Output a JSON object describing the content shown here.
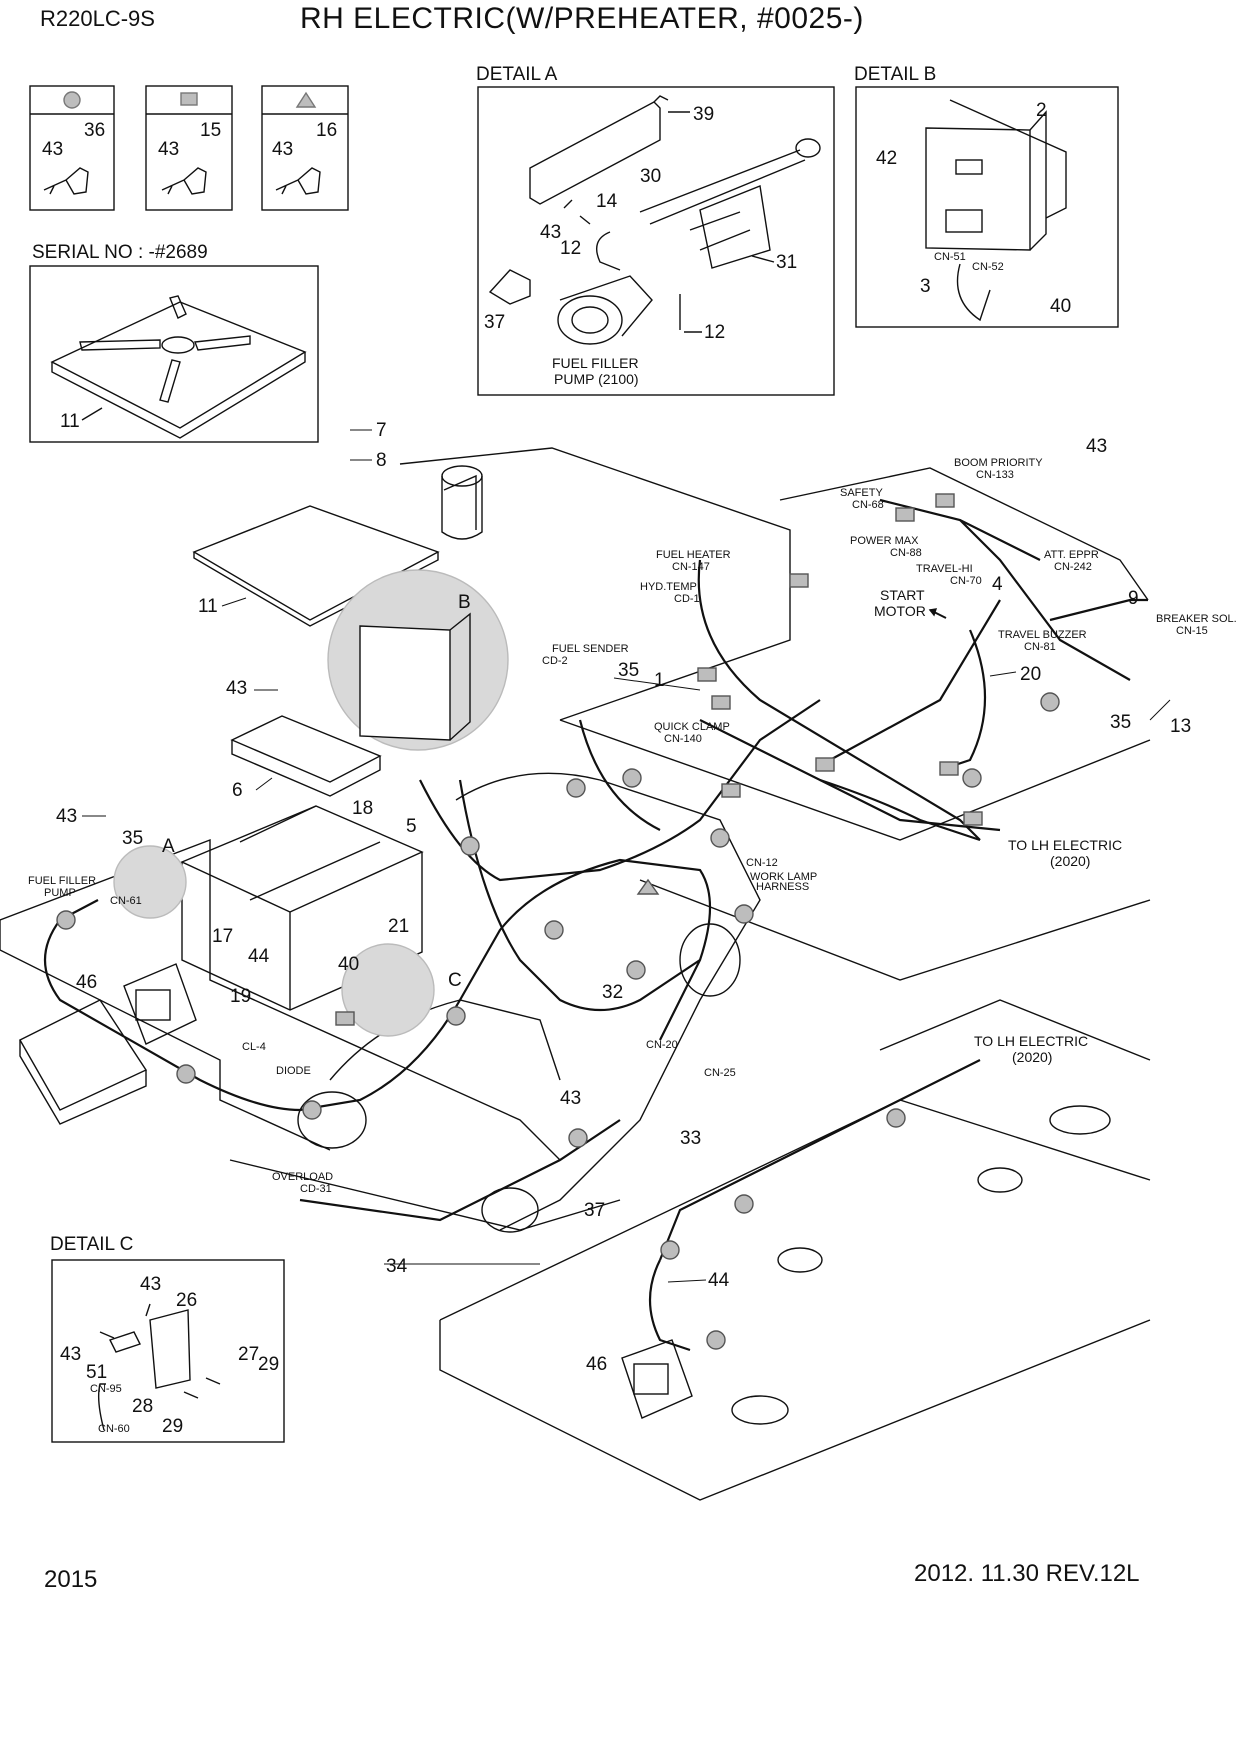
{
  "header": {
    "model": "R220LC-9S",
    "title": "RH ELECTRIC(W/PREHEATER, #0025-)"
  },
  "footer": {
    "page": "2015",
    "revision": "2012. 11.30  REV.12L"
  },
  "legend": [
    {
      "shape": "circle",
      "numbers": [
        "43",
        "36"
      ]
    },
    {
      "shape": "square",
      "numbers": [
        "43",
        "15"
      ]
    },
    {
      "shape": "triangle",
      "numbers": [
        "43",
        "16"
      ]
    }
  ],
  "detail_titles": {
    "a": "DETAIL  A",
    "b": "DETAIL B",
    "c": "DETAIL  C",
    "serial": "SERIAL NO : -#2689",
    "b_marker": "B",
    "a_marker": "A",
    "c_marker": "C"
  },
  "detail_a": {
    "callouts": [
      "39",
      "30",
      "14",
      "43",
      "12",
      "31",
      "37",
      "12"
    ],
    "caption_lines": [
      "FUEL FILLER",
      "PUMP (2100)"
    ]
  },
  "detail_b": {
    "callouts": [
      "2",
      "42",
      "3",
      "40"
    ],
    "connectors": [
      "CN-51",
      "CN-52"
    ]
  },
  "detail_c": {
    "callouts": [
      "43",
      "26",
      "43",
      "51",
      "27",
      "29",
      "28",
      "29"
    ],
    "connectors": [
      "CN-95",
      "CN-60"
    ]
  },
  "serial_part": "11",
  "main_callouts": [
    "7",
    "8",
    "11",
    "43",
    "6",
    "43",
    "35",
    "18",
    "5",
    "17",
    "44",
    "19",
    "46",
    "21",
    "40",
    "32",
    "43",
    "33",
    "37",
    "34",
    "44",
    "46",
    "1",
    "35",
    "20",
    "4",
    "43",
    "9",
    "13",
    "35"
  ],
  "connector_labels": [
    [
      "BOOM PRIORITY",
      "CN-133"
    ],
    [
      "SAFETY",
      "CN-68"
    ],
    [
      "POWER MAX",
      "CN-88"
    ],
    [
      "TRAVEL-HI",
      "CN-70"
    ],
    [
      "ATT. EPPR",
      "CN-242"
    ],
    [
      "FUEL HEATER",
      "CN-147"
    ],
    [
      "HYD.TEMP",
      "CD-1"
    ],
    [
      "FUEL SENDER",
      "CD-2"
    ],
    [
      "QUICK CLAMP",
      "CN-140"
    ],
    [
      "TRAVEL BUZZER",
      "CN-81"
    ],
    [
      "BREAKER SOL.",
      "CN-15"
    ],
    [
      "FUEL FILLER",
      "PUMP"
    ],
    [
      "WORK LAMP",
      "HARNESS"
    ],
    [
      "OVERLOAD",
      "CD-31"
    ]
  ],
  "single_labels": {
    "cn61": "CN-61",
    "cl4": "CL-4",
    "diode": "DIODE",
    "cn12": "CN-12",
    "cn20": "CN-20",
    "cn25": "CN-25"
  },
  "start_motor": [
    "START",
    "MOTOR"
  ],
  "to_lh_1": [
    "TO LH ELECTRIC",
    "(2020)"
  ],
  "to_lh_2": [
    "TO LH ELECTRIC",
    "(2020)"
  ]
}
